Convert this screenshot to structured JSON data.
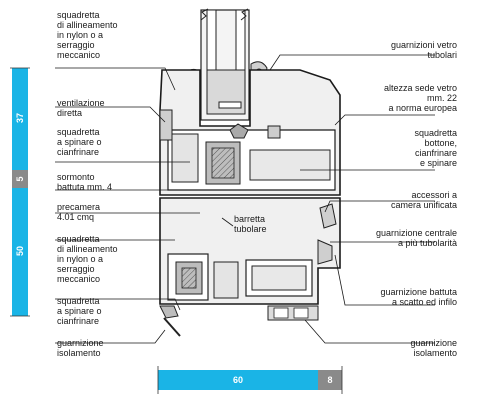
{
  "labels": {
    "l1": [
      "squadretta",
      "di allineamento",
      "in nylon o a",
      "serraggio",
      "meccanico"
    ],
    "l2": [
      "ventilazione",
      "diretta"
    ],
    "l3": [
      "squadretta",
      "a spinare o",
      "cianfrinare"
    ],
    "l4": [
      "sormonto",
      "battuta mm. 4"
    ],
    "l5": [
      "precamera",
      "4.01 cmq"
    ],
    "l6": [
      "squadretta",
      "di allineamento",
      "in nylon o a",
      "serraggio",
      "meccanico"
    ],
    "l7": [
      "squadretta",
      "a spinare o",
      "cianfrinare"
    ],
    "l8": [
      "guarnizione",
      "isolamento"
    ],
    "r1": [
      "guarnizioni vetro",
      "tubolari"
    ],
    "r2": [
      "altezza sede vetro",
      "mm. 22",
      "a norma europea"
    ],
    "r3": [
      "squadretta",
      "bottone,",
      "cianfrinare",
      "e spinare"
    ],
    "r4": [
      "accessori  a",
      "camera unificata"
    ],
    "r5": [
      "guarnizione centrale",
      "a più tubolarità"
    ],
    "r6": [
      "guarnizione battuta",
      "a scatto ed infilo"
    ],
    "r7": [
      "guarnizione",
      "isolamento"
    ],
    "c1": [
      "barretta",
      "tubolare"
    ]
  },
  "dimensions": {
    "top": "37",
    "mid": "5",
    "bottom": "50",
    "width_main": "60",
    "width_side": "8"
  },
  "colors": {
    "dim_blue": "#1ab4e6",
    "dim_gray": "#8a8a8a"
  }
}
